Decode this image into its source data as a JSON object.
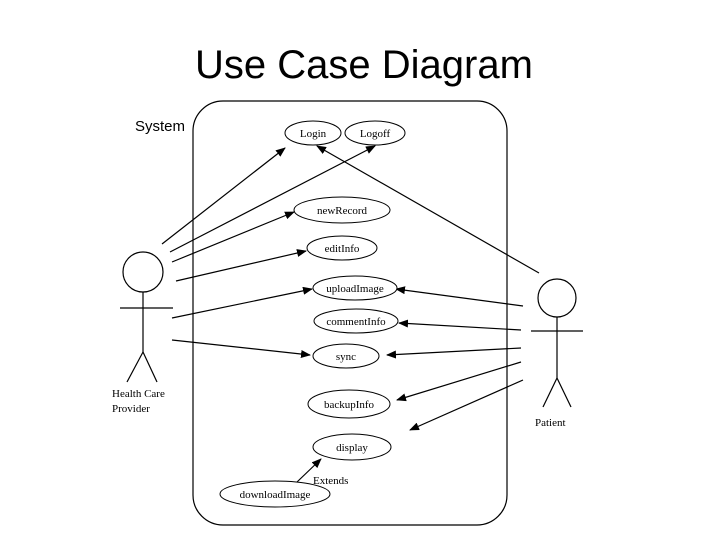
{
  "title": "Use Case Diagram",
  "system_label": "System",
  "actors": {
    "provider": {
      "line1": "Health Care",
      "line2": "Provider"
    },
    "patient": {
      "label": "Patient"
    }
  },
  "use_cases": {
    "login": "Login",
    "logoff": "Logoff",
    "newRecord": "newRecord",
    "editInfo": "editInfo",
    "uploadImage": "uploadImage",
    "commentInfo": "commentInfo",
    "sync": "sync",
    "backupInfo": "backupInfo",
    "display": "display",
    "downloadImage": "downloadImage"
  },
  "extends_label": "Extends"
}
